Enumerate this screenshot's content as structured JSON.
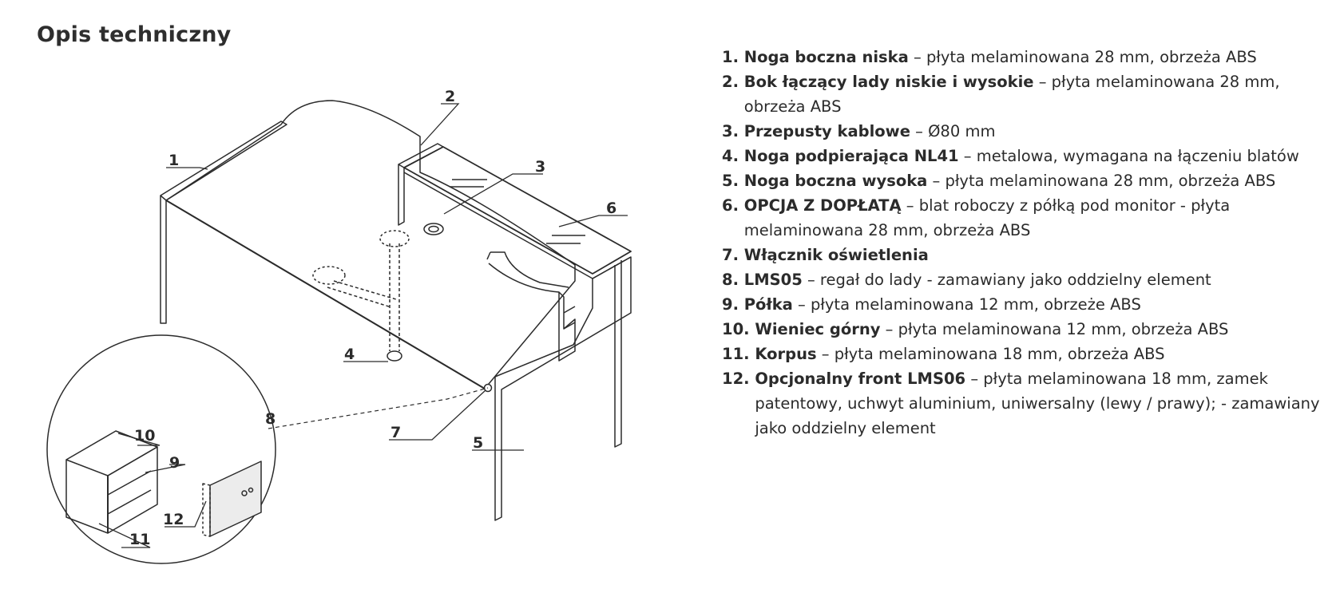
{
  "title": "Opis techniczny",
  "callouts": [
    "1",
    "2",
    "3",
    "4",
    "5",
    "6",
    "7",
    "8",
    "9",
    "10",
    "11",
    "12"
  ],
  "items": [
    {
      "num": "1. ",
      "name": "Noga boczna niska",
      "desc": " – płyta melaminowana 28 mm, obrzeża ABS"
    },
    {
      "num": "2. ",
      "name": "Bok łączący lady niskie i wysokie",
      "desc": " – płyta melaminowana 28 mm, obrzeża ABS"
    },
    {
      "num": "3. ",
      "name": "Przepusty kablowe",
      "desc": " – Ø80 mm"
    },
    {
      "num": "4. ",
      "name": "Noga podpierająca NL41",
      "desc": " – metalowa, wymagana na łączeniu blatów"
    },
    {
      "num": "5. ",
      "name": "Noga boczna wysoka",
      "desc": " – płyta melaminowana 28 mm, obrzeża ABS"
    },
    {
      "num": "6. ",
      "name": "OPCJA Z DOPŁATĄ",
      "desc": " – blat roboczy z półką pod monitor - płyta melaminowana 28 mm, obrzeża ABS"
    },
    {
      "num": "7. ",
      "name": "Włącznik oświetlenia",
      "desc": ""
    },
    {
      "num": "8. ",
      "name": "LMS05",
      "desc": " – regał do lady - zamawiany jako oddzielny element"
    },
    {
      "num": "9. ",
      "name": "Półka",
      "desc": " – płyta melaminowana 12 mm, obrzeże ABS"
    },
    {
      "num": "10. ",
      "name": "Wieniec górny",
      "desc": " – płyta melaminowana 12 mm, obrzeża ABS"
    },
    {
      "num": "11. ",
      "name": "Korpus",
      "desc": " – płyta melaminowana 18 mm, obrzeża ABS"
    },
    {
      "num": "12. ",
      "name": "Opcjonalny front LMS06",
      "desc": " – płyta melaminowana 18 mm, zamek patentowy, uchwyt aluminium, uniwersalny (lewy / prawy); - zamawiany jako oddzielny element"
    }
  ]
}
